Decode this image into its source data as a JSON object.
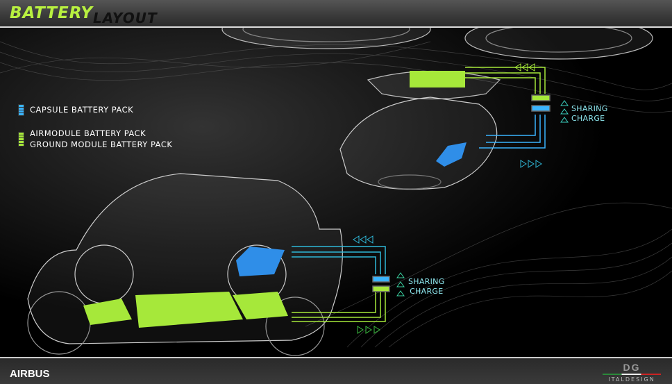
{
  "header": {
    "title_primary": "BATTERY",
    "title_secondary": "LAYOUT"
  },
  "legend": [
    {
      "label": "CAPSULE BATTERY PACK",
      "color": "#3ab4ff"
    },
    {
      "label": "AIRMODULE BATTERY PACK",
      "color": "#a6e83a"
    },
    {
      "label": "GROUND MODULE BATTERY PACK",
      "color": "#a6e83a"
    }
  ],
  "air_annotation": {
    "line1": "SHARING",
    "line2": "CHARGE"
  },
  "ground_annotation": {
    "line1": "SHARING",
    "line2": "CHARGE"
  },
  "footer": {
    "brand": "AIRBUS",
    "logo_mark": "DG",
    "logo_name": "ITALDESIGN"
  },
  "colors": {
    "accent_green": "#a6e83a",
    "accent_blue": "#3ab4ff",
    "cyan_text": "#8ee8f0"
  }
}
